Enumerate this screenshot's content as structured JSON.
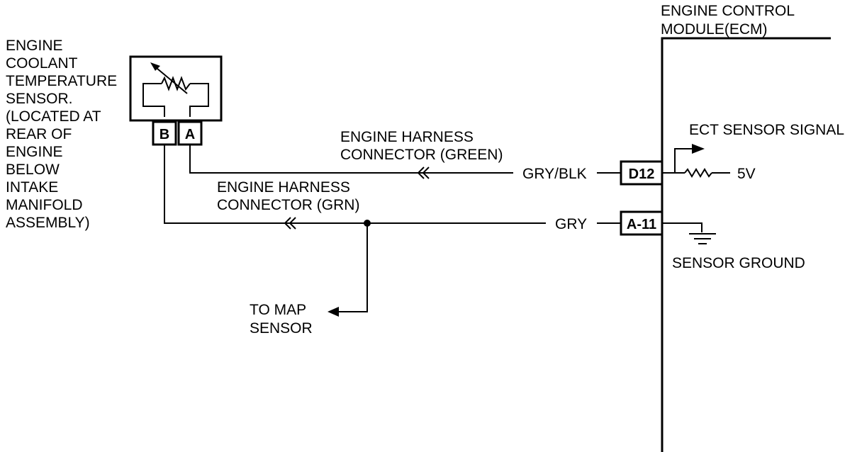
{
  "ecm": {
    "title_line1": "ENGINE CONTROL",
    "title_line2": "MODULE(ECM)"
  },
  "sensor": {
    "label_lines": [
      "ENGINE",
      "COOLANT",
      "TEMPERATURE",
      "SENSOR.",
      "(LOCATED AT",
      "REAR OF",
      "ENGINE",
      "BELOW",
      "INTAKE",
      "MANIFOLD",
      "ASSEMBLY)"
    ],
    "pin_b": "B",
    "pin_a": "A"
  },
  "harness_green": {
    "line1": "ENGINE HARNESS",
    "line2": "CONNECTOR (GREEN)"
  },
  "harness_grn": {
    "line1": "ENGINE HARNESS",
    "line2": "CONNECTOR (GRN)"
  },
  "wires": {
    "signal_color": "GRY/BLK",
    "ground_color": "GRY"
  },
  "ecm_pins": {
    "signal": "D12",
    "ground": "A-11"
  },
  "ecm_labels": {
    "signal": "ECT SENSOR SIGNAL",
    "voltage": "5V",
    "ground": "SENSOR GROUND"
  },
  "map": {
    "line1": "TO MAP",
    "line2": "SENSOR"
  }
}
